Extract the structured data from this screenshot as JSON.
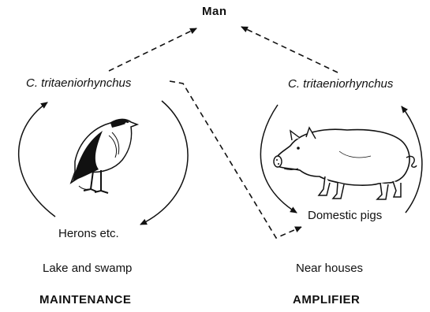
{
  "diagram": {
    "top_node": "Man",
    "left": {
      "vector": "C. tritaeniorhynchus",
      "host": "Herons etc.",
      "habitat": "Lake and swamp",
      "role": "MAINTENANCE",
      "illustration": "heron-bird-icon"
    },
    "right": {
      "vector": "C. tritaeniorhynchus",
      "host": "Domestic pigs",
      "habitat": "Near houses",
      "role": "AMPLIFIER",
      "illustration": "pig-icon"
    },
    "colors": {
      "ink": "#111111",
      "background": "#ffffff"
    }
  }
}
